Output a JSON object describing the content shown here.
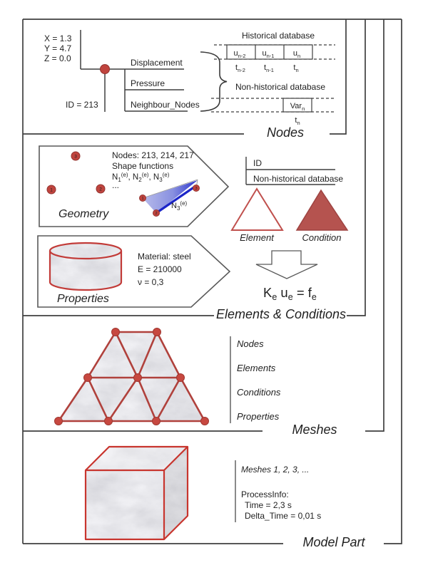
{
  "colors": {
    "frame": "#3f3f3f",
    "accent_red": "#c0443e",
    "element_outline": "#c0504d",
    "condition_fill": "#b5534f",
    "shape_fn_blue": "#1b25c8",
    "marble_base": "#ececee"
  },
  "nodes_section": {
    "label": "Nodes",
    "coord_x": "X = 1.3",
    "coord_y": "Y = 4.7",
    "coord_z": "Z = 0.0",
    "node_id": "ID = 213",
    "variables": [
      "Displacement",
      "Pressure",
      "Neighbour_Nodes"
    ],
    "historical": {
      "title": "Historical database",
      "cells": [
        {
          "base": "u",
          "sub": "n-2"
        },
        {
          "base": "u",
          "sub": "n-1"
        },
        {
          "base": "u",
          "sub": "n"
        }
      ],
      "times": [
        {
          "base": "t",
          "sub": "n-2"
        },
        {
          "base": "t",
          "sub": "n-1"
        },
        {
          "base": "t",
          "sub": "n"
        }
      ]
    },
    "non_historical": {
      "title": "Non-historical database",
      "cell": {
        "base": "Var",
        "sub": "n"
      },
      "time": {
        "base": "t",
        "sub": "n"
      }
    }
  },
  "elements_section": {
    "label": "Elements & Conditions",
    "geometry": {
      "label": "Geometry",
      "nodes_line": "Nodes: 213, 214, 217",
      "shape_line": "Shape functions",
      "ellipsis": "...",
      "node_numbers": [
        "1",
        "2",
        "3"
      ],
      "shape_fn_parts": [
        {
          "t": "N"
        },
        {
          "t": "1"
        },
        {
          "t": "(e)"
        },
        {
          "t": ", N"
        },
        {
          "t": "2"
        },
        {
          "t": "(e)"
        },
        {
          "t": ", N"
        },
        {
          "t": "3"
        },
        {
          "t": "(e)"
        }
      ],
      "n3_parts": [
        {
          "t": "N"
        },
        {
          "t": "3"
        },
        {
          "t": "(e)"
        }
      ]
    },
    "properties": {
      "label": "Properties",
      "material": "Material: steel",
      "young_modulus": "E = 210000",
      "poisson": "ν = 0,3"
    },
    "attributes": {
      "id": "ID",
      "db": "Non-historical database"
    },
    "element_label": "Element",
    "condition_label": "Condition",
    "equation_parts": [
      {
        "t": "K"
      },
      {
        "t": "e"
      },
      {
        "t": " u"
      },
      {
        "t": "e"
      },
      {
        "t": " = f"
      },
      {
        "t": "e"
      }
    ]
  },
  "meshes_section": {
    "label": "Meshes",
    "items": [
      "Nodes",
      "Elements",
      "Conditions",
      "Properties"
    ]
  },
  "model_part_section": {
    "label": "Model Part",
    "meshes_line": "Meshes 1, 2, 3, ...",
    "process_info_title": "ProcessInfo:",
    "time": "Time = 2,3 s",
    "delta_time": "Delta_Time = 0,01 s"
  }
}
